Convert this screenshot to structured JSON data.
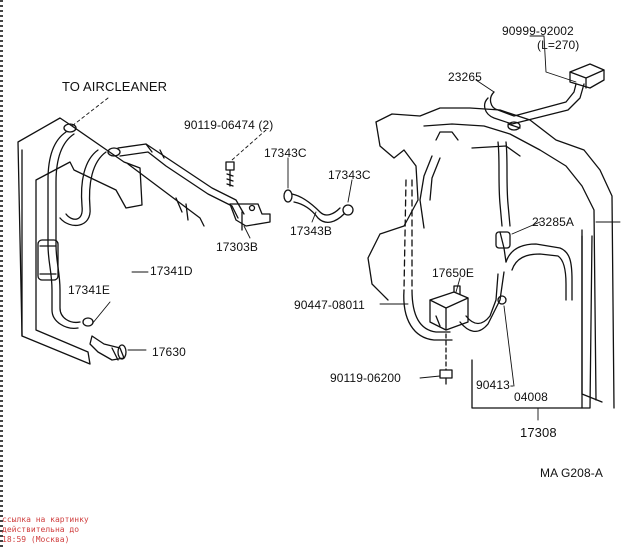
{
  "diagram": {
    "labels": {
      "to_aircleaner": "TO AIRCLEANER",
      "p90999": "90999-92002",
      "p90999_len": "(L=270)",
      "p23265": "23265",
      "p90119_06474": "90119-06474 (2)",
      "p17343c_a": "17343C",
      "p17343c_b": "17343C",
      "p17343b": "17343B",
      "p17303b": "17303B",
      "p17341d": "17341D",
      "p17341e": "17341E",
      "p17630": "17630",
      "p23285a": "23285A",
      "p17650e": "17650E",
      "p90447": "90447-08011",
      "p90119_06200": "90119-06200",
      "p90413_a": "90413-",
      "p90413_b": "04008",
      "p17308": "17308",
      "fig_code": "MA G208-A"
    },
    "watermark": {
      "line1": "ссылка на картинку",
      "line2": "действительна до",
      "line3": "18:59 (Москва)"
    },
    "colors": {
      "ink": "#111111",
      "watermark": "#d04040"
    }
  }
}
